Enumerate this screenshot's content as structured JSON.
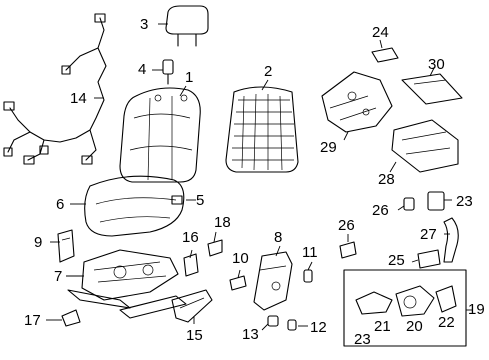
{
  "callouts": [
    {
      "id": "1",
      "label": "1"
    },
    {
      "id": "2",
      "label": "2"
    },
    {
      "id": "3",
      "label": "3"
    },
    {
      "id": "4",
      "label": "4"
    },
    {
      "id": "5",
      "label": "5"
    },
    {
      "id": "6",
      "label": "6"
    },
    {
      "id": "7",
      "label": "7"
    },
    {
      "id": "8",
      "label": "8"
    },
    {
      "id": "9",
      "label": "9"
    },
    {
      "id": "10",
      "label": "10"
    },
    {
      "id": "11",
      "label": "11"
    },
    {
      "id": "12",
      "label": "12"
    },
    {
      "id": "13",
      "label": "13"
    },
    {
      "id": "14",
      "label": "14"
    },
    {
      "id": "15",
      "label": "15"
    },
    {
      "id": "16",
      "label": "16"
    },
    {
      "id": "17",
      "label": "17"
    },
    {
      "id": "18",
      "label": "18"
    },
    {
      "id": "19",
      "label": "19"
    },
    {
      "id": "20",
      "label": "20"
    },
    {
      "id": "21",
      "label": "21"
    },
    {
      "id": "22",
      "label": "22"
    },
    {
      "id": "23a",
      "label": "23"
    },
    {
      "id": "23b",
      "label": "23"
    },
    {
      "id": "24",
      "label": "24"
    },
    {
      "id": "25",
      "label": "25"
    },
    {
      "id": "26",
      "label": "26"
    },
    {
      "id": "27",
      "label": "27"
    },
    {
      "id": "28",
      "label": "28"
    },
    {
      "id": "29",
      "label": "29"
    },
    {
      "id": "30",
      "label": "30"
    }
  ]
}
